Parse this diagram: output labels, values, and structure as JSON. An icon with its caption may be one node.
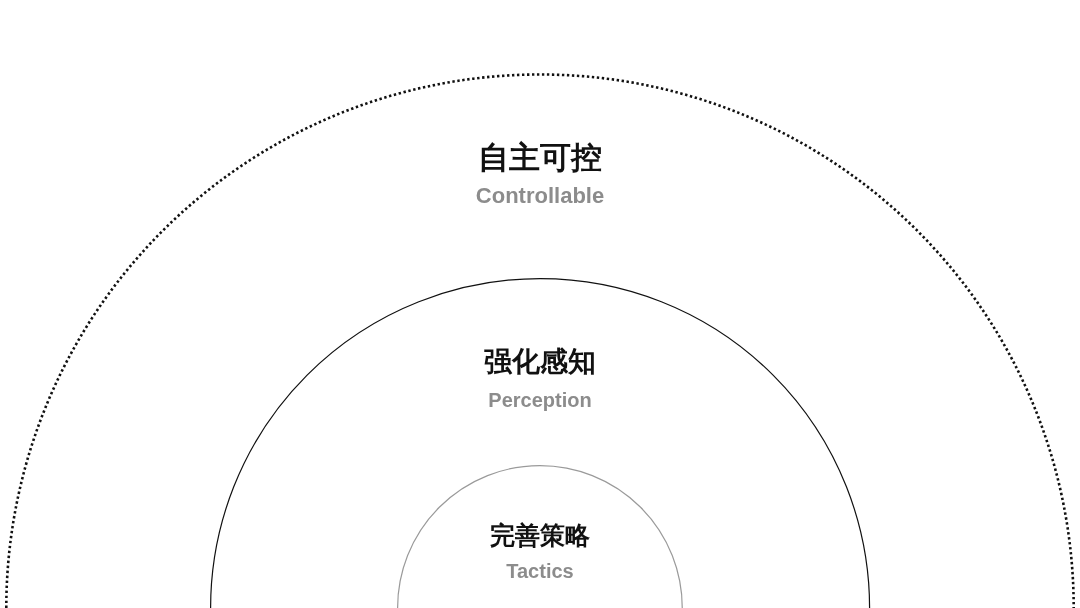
{
  "diagram": {
    "nodes": [
      {
        "text": [
          "自主可控",
          "Controllable"
        ]
      },
      {
        "text": [
          "强化感知",
          "Perception"
        ],
        "in": 0
      },
      {
        "text": [
          "完善策略",
          "Tactics"
        ],
        "in": 1
      }
    ]
  }
}
